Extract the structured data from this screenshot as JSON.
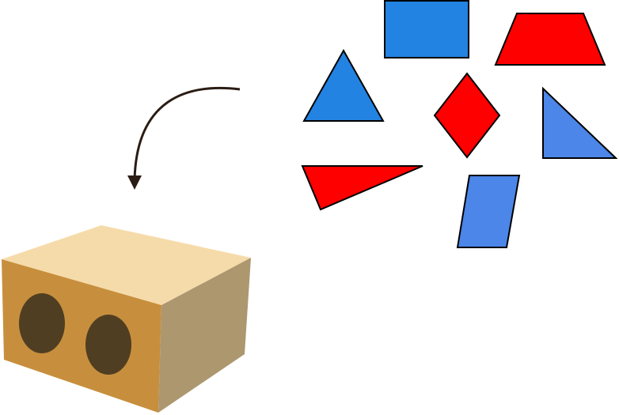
{
  "scene": {
    "description_visible_text": "",
    "colors": {
      "blue": "#2283e2",
      "light_blue": "#4b86e8",
      "red": "#ff0000",
      "outline": "#000000",
      "arrow": "#2b1d14",
      "box_top": "#f6dbaa",
      "box_front": "#c78f3d",
      "box_side": "#ad976f",
      "box_holes": "#4f3e22"
    },
    "shapes": [
      {
        "name": "blue-rectangle",
        "kind": "rectangle",
        "color": "blue"
      },
      {
        "name": "red-trapezoid",
        "kind": "trapezoid",
        "color": "red"
      },
      {
        "name": "blue-triangle",
        "kind": "isosceles-triangle",
        "color": "blue"
      },
      {
        "name": "red-rhombus",
        "kind": "rhombus",
        "color": "red"
      },
      {
        "name": "blue-right-triangle",
        "kind": "right-triangle",
        "color": "light_blue"
      },
      {
        "name": "red-triangle",
        "kind": "obtuse-triangle",
        "color": "red"
      },
      {
        "name": "blue-parallelogram",
        "kind": "parallelogram",
        "color": "light_blue"
      }
    ],
    "box": {
      "holes": 2
    },
    "arrow": {
      "direction": "into-box"
    }
  }
}
